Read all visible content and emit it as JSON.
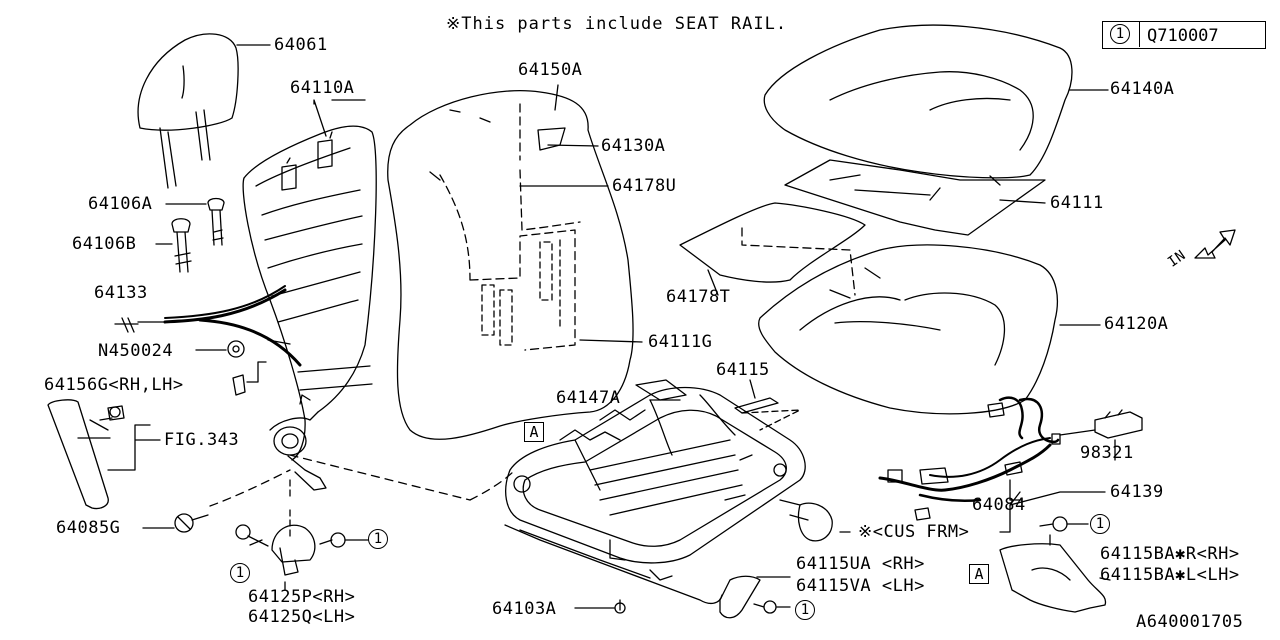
{
  "header": {
    "note": "※This parts include SEAT RAIL.",
    "ref_number": "1",
    "ref_code": "Q710007"
  },
  "diagram_code": "A640001705",
  "callouts": {
    "circle": "1",
    "box": "A"
  },
  "parts": [
    {
      "id": "p-64061",
      "text": "64061"
    },
    {
      "id": "p-64110A",
      "text": "64110A"
    },
    {
      "id": "p-64106A",
      "text": "64106A"
    },
    {
      "id": "p-64106B",
      "text": "64106B"
    },
    {
      "id": "p-64133",
      "text": "64133"
    },
    {
      "id": "p-N450024",
      "text": "N450024"
    },
    {
      "id": "p-64156G",
      "text": "64156G<RH,LH>"
    },
    {
      "id": "p-fig343",
      "text": "FIG.343"
    },
    {
      "id": "p-64085G",
      "text": "64085G"
    },
    {
      "id": "p-64125P",
      "text": "64125P<RH>"
    },
    {
      "id": "p-64125Q",
      "text": "64125Q<LH>"
    },
    {
      "id": "p-64150A",
      "text": "64150A"
    },
    {
      "id": "p-64130A",
      "text": "64130A"
    },
    {
      "id": "p-64178U",
      "text": "64178U"
    },
    {
      "id": "p-64111G",
      "text": "64111G"
    },
    {
      "id": "p-64147A",
      "text": "64147A"
    },
    {
      "id": "p-64115",
      "text": "64115"
    },
    {
      "id": "p-64178T",
      "text": "64178T"
    },
    {
      "id": "p-64140A",
      "text": "64140A"
    },
    {
      "id": "p-64111",
      "text": "64111"
    },
    {
      "id": "p-64120A",
      "text": "64120A"
    },
    {
      "id": "p-98321",
      "text": "98321"
    },
    {
      "id": "p-64084",
      "text": "64084"
    },
    {
      "id": "p-64139",
      "text": "64139"
    },
    {
      "id": "p-cusfrm",
      "text": "※<CUS FRM>"
    },
    {
      "id": "p-64115UA",
      "text": "64115UA <RH>"
    },
    {
      "id": "p-64115VA",
      "text": "64115VA <LH>"
    },
    {
      "id": "p-64103A",
      "text": "64103A"
    },
    {
      "id": "p-64115BAR",
      "text": "64115BA✱R<RH>"
    },
    {
      "id": "p-64115BAL",
      "text": "64115BA✱L<LH>"
    }
  ],
  "direction_label": "IN"
}
